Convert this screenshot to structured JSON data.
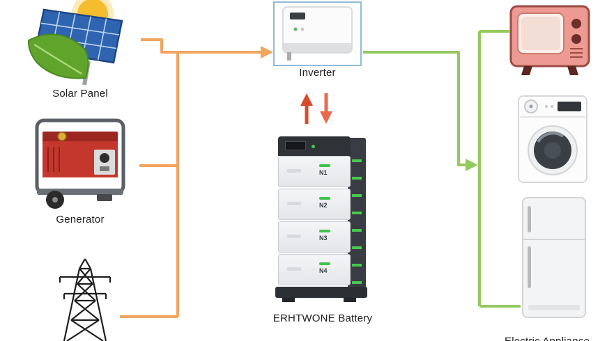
{
  "diagram": {
    "background": "#FFFFFF",
    "nodes": {
      "solar_panel": {
        "label": "Solar Panel",
        "icon": "solar-panel-icon"
      },
      "generator": {
        "label": "Generator",
        "icon": "generator-icon"
      },
      "power_tower": {
        "label": "",
        "icon": "transmission-tower-icon"
      },
      "inverter": {
        "label": "Inverter",
        "icon": "inverter-icon"
      },
      "battery": {
        "label": "ERHTWONE Battery",
        "icon": "battery-stack-icon",
        "modules": [
          "N1",
          "N2",
          "N3",
          "N4"
        ]
      },
      "appliances": {
        "label": "Electric Appliance",
        "items": [
          "tv-icon",
          "washing-machine-icon",
          "refrigerator-icon"
        ]
      }
    },
    "flows": {
      "sources_to_inverter": {
        "color": "#F2A55E",
        "direction": "right"
      },
      "inverter_to_loads": {
        "color": "#94C95F",
        "direction": "right"
      },
      "battery_charge_up": {
        "color": "#D84B2A",
        "direction": "up"
      },
      "battery_discharge_down": {
        "color": "#EA6A4C",
        "direction": "down"
      }
    },
    "colors": {
      "inverter_highlight_border": "#8FBBDD",
      "battery_led_green": "#3FC24C",
      "source_line_orange": "#F2A55E",
      "load_line_green": "#94C95F",
      "flow_arrow_red": "#D84B2A",
      "tv_body": "#ED9A92",
      "generator_body": "#C4372D",
      "solar_panel_blue": "#2F64B0"
    }
  }
}
